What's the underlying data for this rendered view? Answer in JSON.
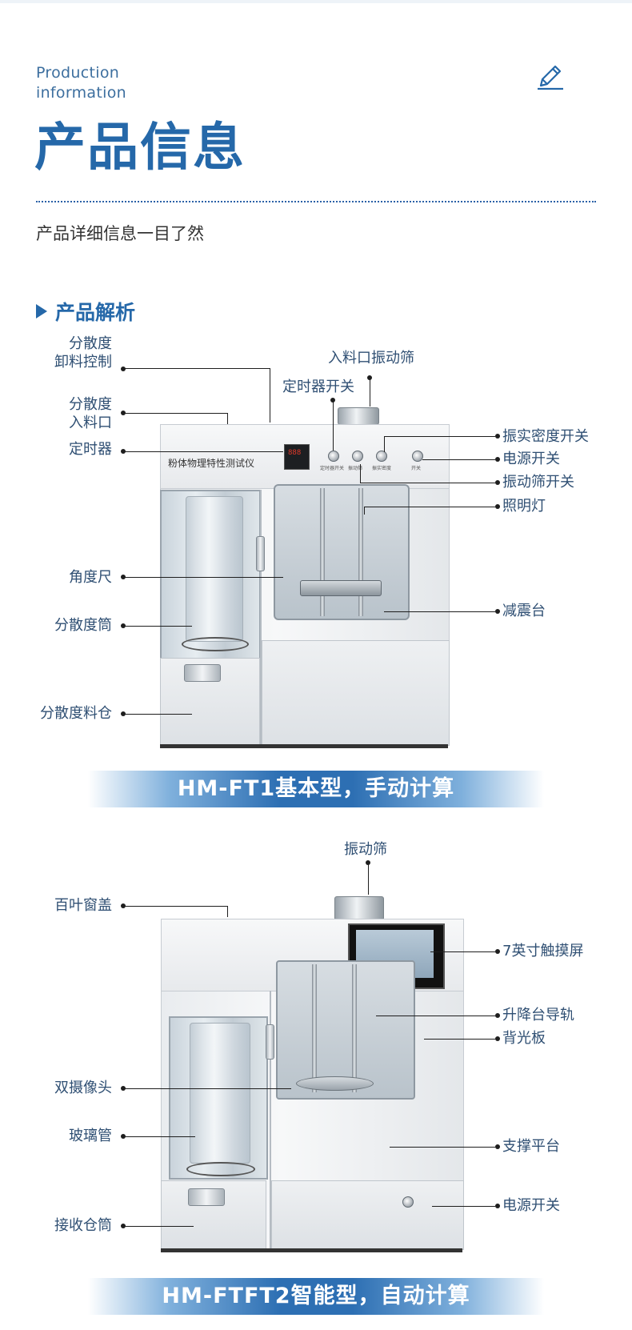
{
  "header": {
    "eng_line1": "Production",
    "eng_line2": "information",
    "title": "产品信息",
    "subtitle": "产品详细信息一目了然",
    "section": "产品解析",
    "edit_icon": "pencil-icon"
  },
  "machine1": {
    "panel_text": "粉体物理特性测试仪",
    "display_text": "888",
    "switch_labels": [
      "定时器开关",
      "振动筛",
      "振实密度",
      "开关"
    ],
    "labels": {
      "dispersion_discharge_1": "分散度",
      "dispersion_discharge_2": "卸料控制",
      "dispersion_inlet_1": "分散度",
      "dispersion_inlet_2": "入料口",
      "timer": "定时器",
      "angle_ruler": "角度尺",
      "dispersion_tube": "分散度筒",
      "dispersion_bin": "分散度料仓",
      "inlet_sieve": "入料口振动筛",
      "timer_switch": "定时器开关",
      "tap_density_switch": "振实密度开关",
      "power_switch": "电源开关",
      "sieve_switch": "振动筛开关",
      "light": "照明灯",
      "damping_table": "减震台"
    },
    "banner": "HM-FT1基本型，手动计算"
  },
  "machine2": {
    "labels": {
      "sieve": "振动筛",
      "louver_cover": "百叶窗盖",
      "touch_screen": "7英寸触摸屏",
      "lift_rail": "升降台导轨",
      "backlight": "背光板",
      "dual_camera": "双摄像头",
      "glass_tube": "玻璃管",
      "support_platform": "支撑平台",
      "receiving_tube": "接收仓筒",
      "power_switch": "电源开关"
    },
    "banner": "HM-FTFT2智能型，自动计算"
  }
}
